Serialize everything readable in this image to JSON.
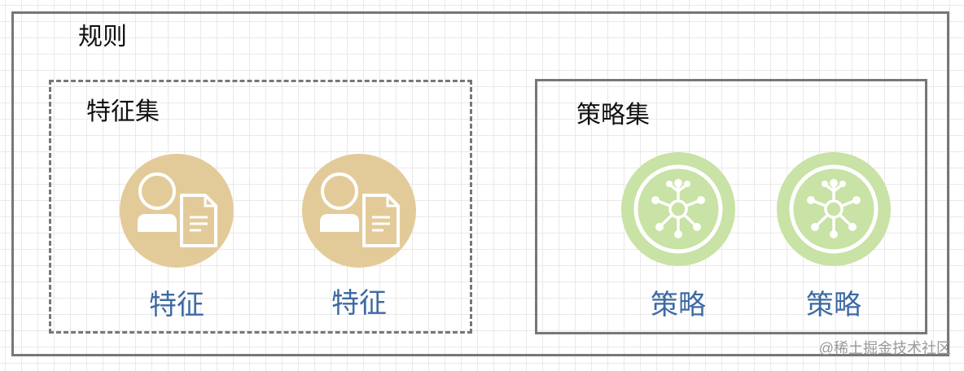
{
  "rule": {
    "title": "规则"
  },
  "feature_set": {
    "title": "特征集",
    "items": [
      {
        "label": "特征",
        "icon": "user-document-icon"
      },
      {
        "label": "特征",
        "icon": "user-document-icon"
      }
    ]
  },
  "strategy_set": {
    "title": "策略集",
    "items": [
      {
        "label": "策略",
        "icon": "network-hub-icon"
      },
      {
        "label": "策略",
        "icon": "network-hub-icon"
      }
    ]
  },
  "watermark": "@稀土掘金技术社区",
  "colors": {
    "feature_icon": "#e3cb99",
    "strategy_icon": "#c9e2a5",
    "label_text": "#3d6aa3",
    "border": "#777777"
  }
}
